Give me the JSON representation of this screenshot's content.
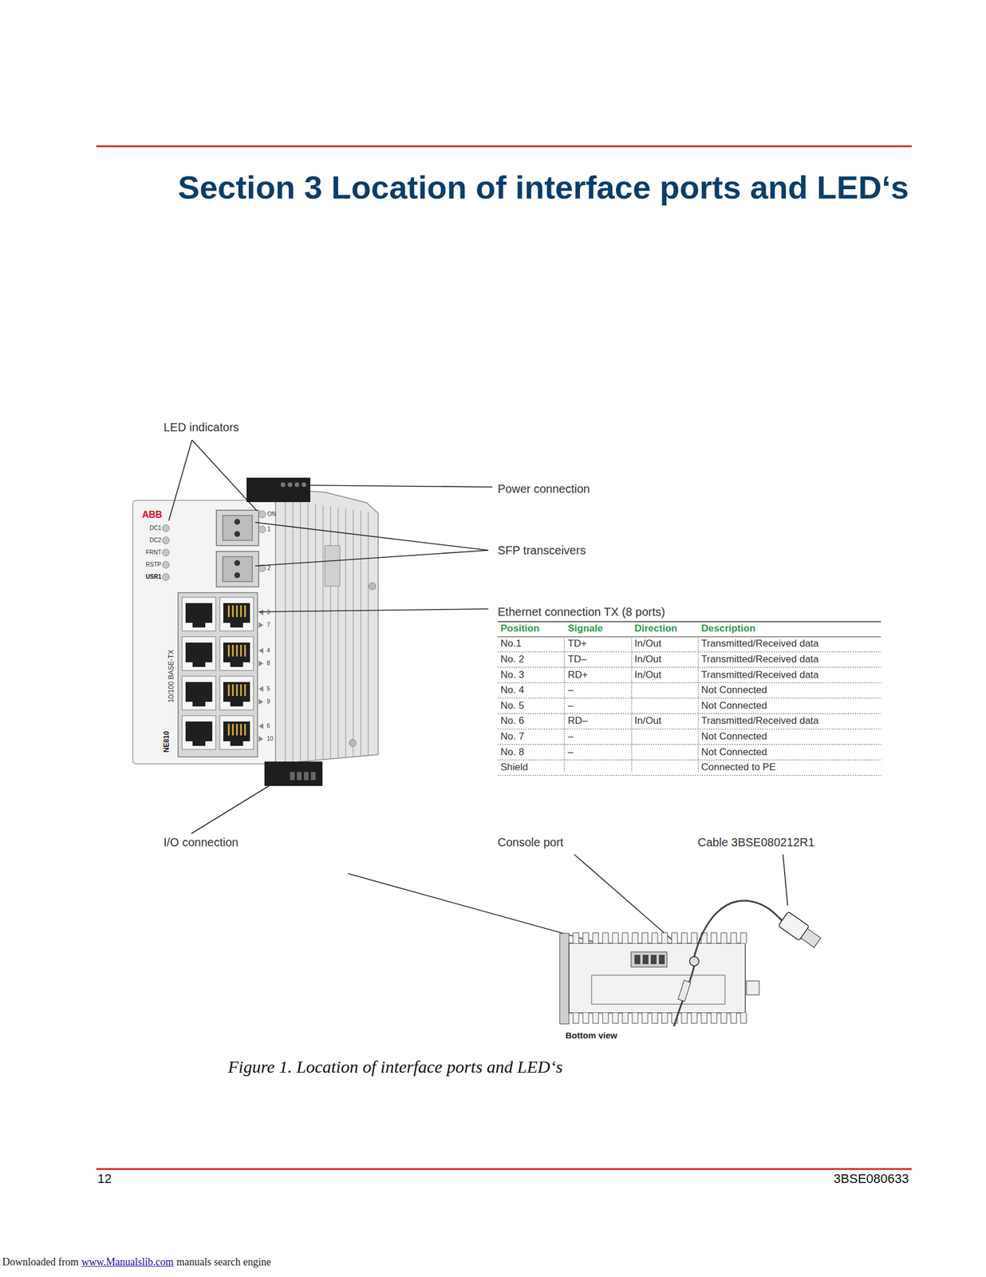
{
  "diagram": {
    "title": "Section 3 Location of interface ports and LED‘s",
    "caption": "Figure 1. Location of interface ports and LED‘s",
    "labels": [
      "LED indicators",
      "Power connection",
      "SFP transceivers",
      "Ethernet connection TX (8 ports)",
      "Position",
      "Signale",
      "Direction",
      "Description",
      "No.1",
      "TD+",
      "In/Out",
      "Transmitted/Received data",
      "No. 2",
      "TD–",
      "In/Out",
      "Transmitted/Received data",
      "No. 3",
      "RD+",
      "In/Out",
      "Transmitted/Received data",
      "No. 4",
      "–",
      "Not Connected",
      "No. 5",
      "–",
      "Not Connected",
      "No. 6",
      "RD–",
      "In/Out",
      "Transmitted/Received data",
      "No. 7",
      "–",
      "Not Connected",
      "No. 8",
      "–",
      "Not Connected",
      "Shield",
      "Connected to PE",
      "I/O connection",
      "Console port",
      "Cable 3BSE080212R1",
      "Bottom view",
      "ABB",
      "DC1",
      "DC2",
      "FRNT",
      "RSTP",
      "USR1",
      "ON",
      "1",
      "2",
      "3",
      "7",
      "4",
      "8",
      "5",
      "9",
      "6",
      "10",
      "10/100 BASE-TX",
      "NE810",
      "12",
      "3BSE080633",
      "Downloaded from",
      "www.Manualslib.com",
      "manuals search engine"
    ]
  }
}
